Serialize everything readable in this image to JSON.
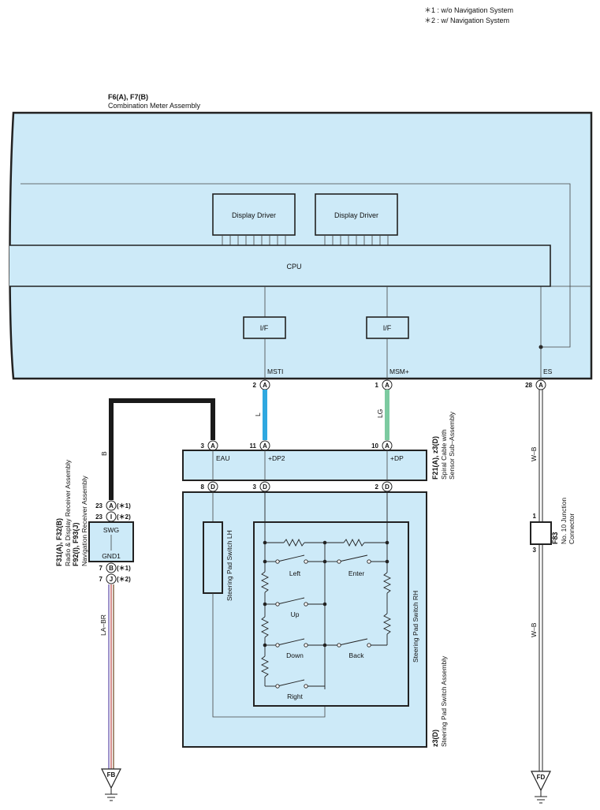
{
  "notes": [
    "＊1 : w/o Navigation System",
    "＊2 : w/ Navigation System"
  ],
  "meter": {
    "code": "F6(A), F7(B)",
    "name": "Combination Meter Assembly",
    "display_driver_1": "Display Driver",
    "display_driver_2": "Display Driver",
    "cpu": "CPU",
    "if_1": "I/F",
    "if_2": "I/F",
    "term_msti": "MSTI",
    "term_msm": "MSM+",
    "term_es": "ES",
    "pin_msti": "2",
    "pin_msm": "1",
    "pin_es": "28",
    "conn_a": "A"
  },
  "radio": {
    "code": "F31(A), F32(B)",
    "name1": "Radio & Display Receiver Assembly",
    "code2": "F92(I), F93(J)",
    "name2": "Navigation Receiver Assembly",
    "swg": "SWG",
    "gnd1": "GND1",
    "pin_swg": "23",
    "pin_gnd": "7",
    "conn_a": "A",
    "conn_i": "I",
    "conn_b": "B",
    "conn_j": "J",
    "note1": "(＊1)",
    "note2": "(＊2)"
  },
  "wires": {
    "b": "B",
    "l": "L",
    "lg": "LG",
    "la_br": "LA–BR",
    "w_b_top": "W–B",
    "w_b_bottom": "W–B"
  },
  "spiral": {
    "code": "F21(A), z3(D)",
    "name1": "Spiral Cable with",
    "name2": "Sensor Sub–Assembly",
    "eau": "EAU",
    "dp2": "+DP2",
    "dp": "+DP",
    "pin_eau": "3",
    "pin_dp2": "11",
    "pin_dp": "10",
    "pin_d8": "8",
    "pin_d3": "3",
    "pin_d2": "2",
    "conn_a": "A",
    "conn_d": "D"
  },
  "steering": {
    "code": "z3(D)",
    "name": "Steering Pad Switch Assembly",
    "lh": "Steering Pad Switch LH",
    "rh": "Steering Pad Switch RH",
    "left": "Left",
    "enter": "Enter",
    "up": "Up",
    "down": "Down",
    "back": "Back",
    "right": "Right"
  },
  "junction": {
    "code": "F83",
    "name1": "No. 10 Junction",
    "name2": "Connector",
    "pin1": "1",
    "pin3": "3"
  },
  "grounds": {
    "fb": "FB",
    "fd": "FD"
  },
  "colors": {
    "fill": "#cdeaf8",
    "wire_l": "#2fa8e0",
    "wire_lg": "#7ccaa0",
    "wire_b": "#1a1a1a"
  }
}
